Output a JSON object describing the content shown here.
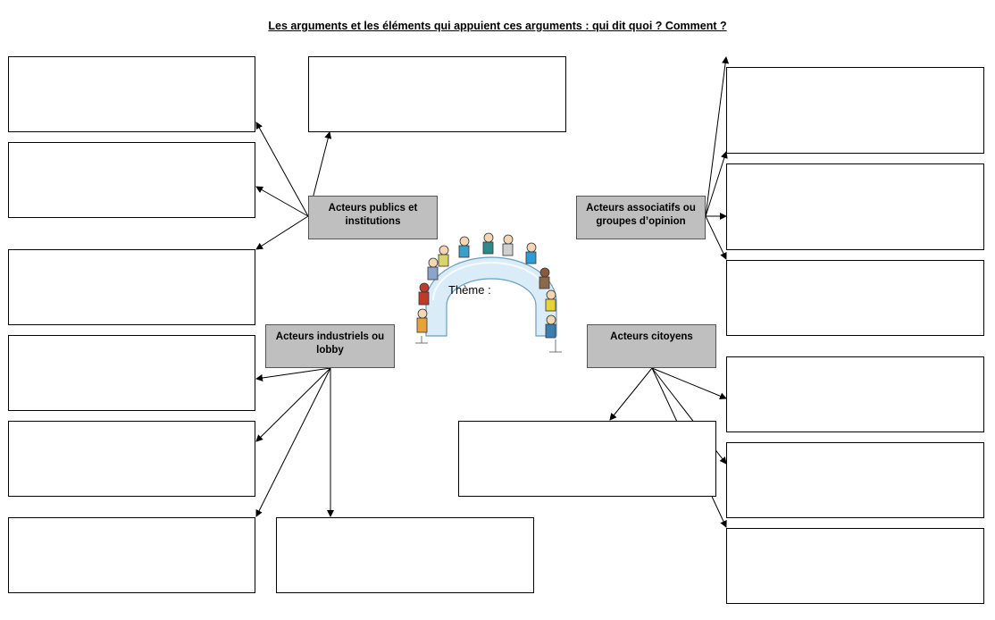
{
  "title": "Les arguments et les éléments qui appuient ces arguments : qui dit quoi ? Comment ?",
  "theme_label": "Thème :",
  "actors": {
    "public": "Acteurs publics et institutions",
    "associatifs": "Acteurs associatifs ou groupes d’opinion",
    "industriels": "Acteurs industriels ou lobby",
    "citoyens": "Acteurs citoyens"
  },
  "colors": {
    "actor_fill": "#bfbfbf",
    "box_border": "#000000",
    "arrow": "#000000"
  }
}
